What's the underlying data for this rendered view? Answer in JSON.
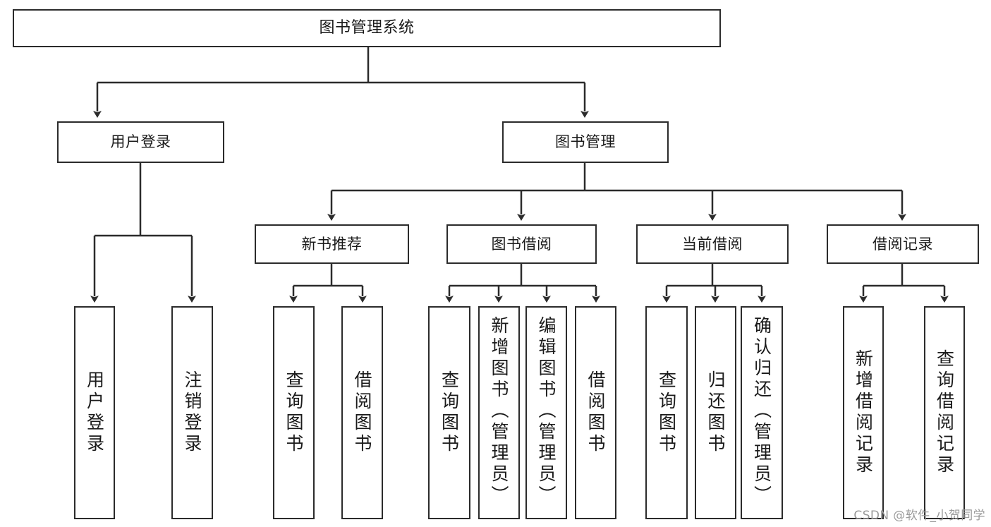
{
  "diagram": {
    "title": "图书管理系统",
    "type": "tree",
    "root": {
      "id": "root",
      "label": "图书管理系统"
    },
    "level2": [
      {
        "id": "user-login",
        "label": "用户登录"
      },
      {
        "id": "book-manage",
        "label": "图书管理"
      }
    ],
    "level3": [
      {
        "id": "new-book-recommend",
        "label": "新书推荐"
      },
      {
        "id": "book-borrow",
        "label": "图书借阅"
      },
      {
        "id": "current-borrow",
        "label": "当前借阅"
      },
      {
        "id": "borrow-record",
        "label": "借阅记录"
      }
    ],
    "leaves": {
      "user_login": [
        {
          "id": "leaf-user-login",
          "label": "用户登录"
        },
        {
          "id": "leaf-logout",
          "label": "注销登录"
        }
      ],
      "new_book_recommend": [
        {
          "id": "leaf-query-book-1",
          "label": "查询图书"
        },
        {
          "id": "leaf-borrow-book-1",
          "label": "借阅图书"
        }
      ],
      "book_borrow": [
        {
          "id": "leaf-query-book-2",
          "label": "查询图书"
        },
        {
          "id": "leaf-add-book",
          "label": "新增图书（管理员）"
        },
        {
          "id": "leaf-edit-book",
          "label": "编辑图书（管理员）"
        },
        {
          "id": "leaf-borrow-book-2",
          "label": "借阅图书"
        }
      ],
      "current_borrow": [
        {
          "id": "leaf-query-book-3",
          "label": "查询图书"
        },
        {
          "id": "leaf-return-book",
          "label": "归还图书"
        },
        {
          "id": "leaf-confirm-return",
          "label": "确认归还（管理员）"
        }
      ],
      "borrow_record": [
        {
          "id": "leaf-add-record",
          "label": "新增借阅记录"
        },
        {
          "id": "leaf-query-record",
          "label": "查询借阅记录"
        }
      ]
    }
  },
  "watermark": {
    "text": "CSDN @软件_小贺同学"
  },
  "colors": {
    "stroke": "#2b2b2b",
    "fill": "#ffffff",
    "text": "#1a1a1a",
    "watermark": "#9a9a9a"
  }
}
